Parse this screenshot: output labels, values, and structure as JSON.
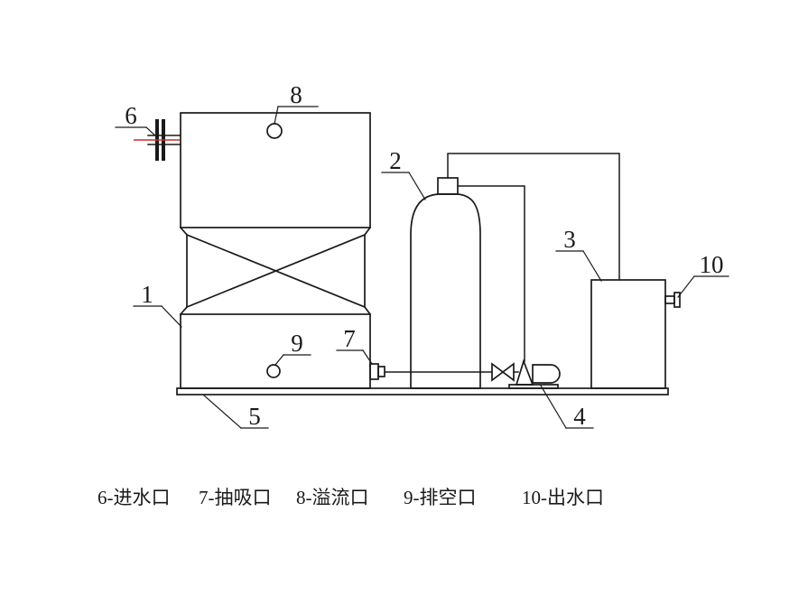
{
  "callouts": [
    "1",
    "2",
    "3",
    "4",
    "5",
    "6",
    "7",
    "8",
    "9",
    "10"
  ],
  "legend": [
    "6-进水口",
    "7-抽吸口",
    "8-溢流口",
    "9-排空口",
    "10-出水口"
  ],
  "colors": {
    "line": "#1a1a1a",
    "centerline": "#cc2b2b",
    "background": "#ffffff"
  }
}
